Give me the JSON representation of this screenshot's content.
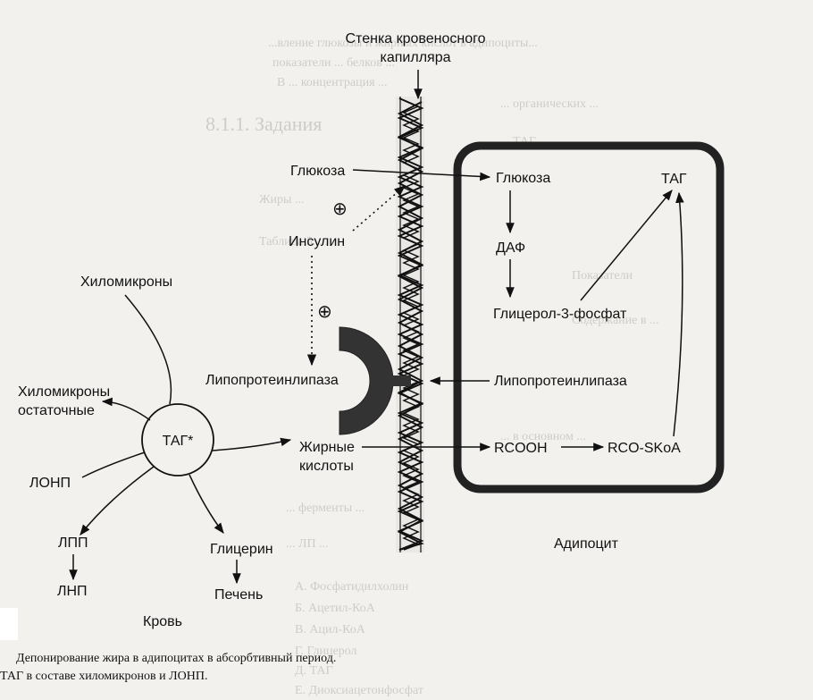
{
  "labels": {
    "capillary_wall_line1": "Стенка кровеносного",
    "capillary_wall_line2": "капилляра",
    "glucose_left": "Глюкоза",
    "glucose_right": "Глюкоза",
    "insulin": "Инсулин",
    "tag": "ТАГ",
    "daf": "ДАФ",
    "glycerol3p": "Глицерол-3-фосфат",
    "chylomicrons": "Хиломикроны",
    "chylomicron_remnants_line1": "Хиломикроны",
    "chylomicron_remnants_line2": "остаточные",
    "lipoprotein_lipase_left": "Липопротеинлипаза",
    "lipoprotein_lipase_right": "Липопротеинлипаза",
    "tag_star": "ТАГ*",
    "fatty_acids_line1": "Жирные",
    "fatty_acids_line2": "кислоты",
    "rcooh": "RCOOH",
    "rco_skoa": "RCO-SKoA",
    "lonp": "ЛОНП",
    "lpp": "ЛПП",
    "lnp": "ЛНП",
    "glycerin": "Глицерин",
    "liver": "Печень",
    "blood": "Кровь",
    "adipocyte": "Адипоцит",
    "plus_sign": "⊕"
  },
  "caption": {
    "line1": "Депонирование жира в адипоцитах в абсорбтивный период.",
    "line2": "ТАГ в составе хиломикронов и ЛОНП."
  },
  "background_text": [
    "...вление глюкозы и жирных кислот в адипоциты...",
    "показатели ... белков ... ",
    "В ... концентрация ... ",
    "... органических ...",
    "... ТАГ ... ",
    "Жиры ... ",
    "Таблица 5. ...",
    "Показатели",
    "Содержание в ...",
    "... в основном ...",
    "8.1.1. Задания",
    "... ферменты ... ",
    "... ЛП ... ",
    "А. Фосфатидилхолин",
    "Б. Ацетил-КоА",
    "В. Ацил-КоА",
    "Г. Глицерол",
    "Д. ТАГ",
    "Е. Диоксиацетонфосфат"
  ],
  "colors": {
    "ink": "#111111",
    "paper": "#f2f1ee",
    "ghost": "#8c8a86"
  }
}
